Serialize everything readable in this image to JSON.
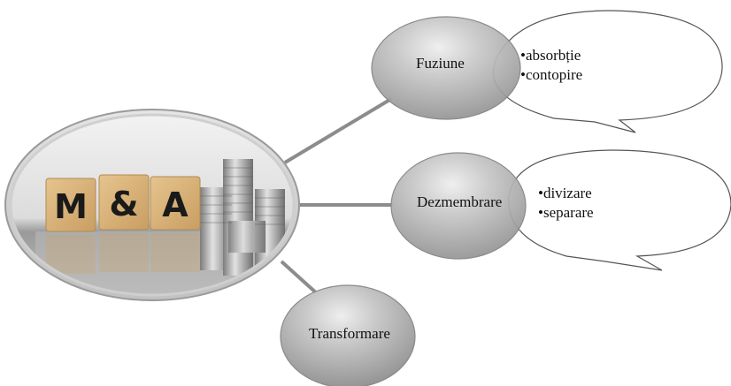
{
  "diagram": {
    "center": {
      "tiles": [
        "M",
        "&",
        "A"
      ]
    },
    "nodes": [
      {
        "id": "fuziune",
        "label": "Fuziune",
        "bullets": [
          "absorbție",
          "contopire"
        ]
      },
      {
        "id": "dezmembrare",
        "label": "Dezmembrare",
        "bullets": [
          "divizare",
          "separare"
        ]
      },
      {
        "id": "transformare",
        "label": "Transformare",
        "bullets": []
      }
    ],
    "bullet_char": "•"
  },
  "colors": {
    "node_fill": "#a9a9a9",
    "node_highlight": "#e6e6e6",
    "connector": "#8c8c8c",
    "callout_stroke": "#555555",
    "tile_wood": "#d8b57e",
    "tile_text": "#1a1a1a"
  }
}
